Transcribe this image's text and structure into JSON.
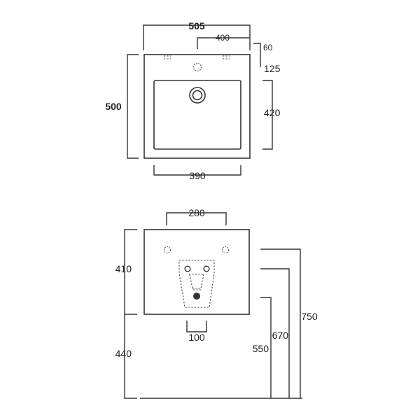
{
  "top_view": {
    "overall_width": "505",
    "tap_hole_span": "400",
    "rim_depth": "60",
    "back_to_bowl": "125",
    "overall_depth": "500",
    "bowl_depth": "420",
    "bowl_width": "390"
  },
  "front_view": {
    "bracket_spacing": "280",
    "basin_height": "410",
    "fixing_height": "440",
    "waste_width": "100",
    "height_550": "550",
    "height_670": "670",
    "height_750": "750"
  }
}
